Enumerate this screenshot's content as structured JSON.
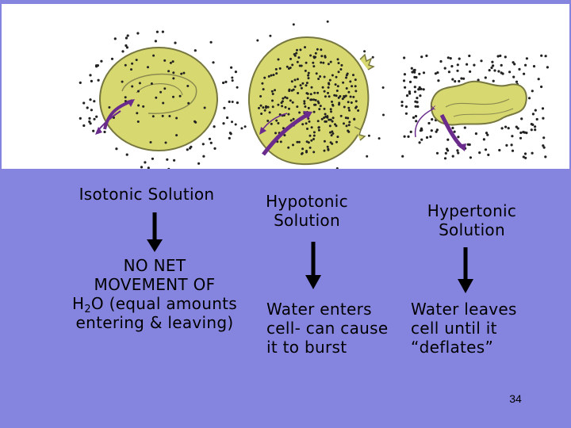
{
  "slide": {
    "columns": [
      {
        "title": "Isotonic Solution",
        "result_lines": [
          "NO NET",
          "MOVEMENT OF"
        ],
        "result_formula_prefix": "H",
        "result_formula_sub": "2",
        "result_formula_suffix": "O (equal amounts",
        "result_last_line": "entering & leaving)"
      },
      {
        "title_lines": [
          "Hypotonic",
          "Solution"
        ],
        "result_lines": [
          "Water enters",
          "cell- can cause",
          "it to burst"
        ]
      },
      {
        "title_lines": [
          "Hypertonic",
          "Solution"
        ],
        "result_lines": [
          "Water leaves",
          "cell until it",
          "“deflates”"
        ]
      }
    ],
    "page_number": "34"
  },
  "colors": {
    "background": "#8585e0",
    "panel": "#ffffff",
    "cell_fill": "#d8d870",
    "cell_outline": "#777740",
    "water_arrow": "#6a2b8c",
    "text": "#000000"
  }
}
